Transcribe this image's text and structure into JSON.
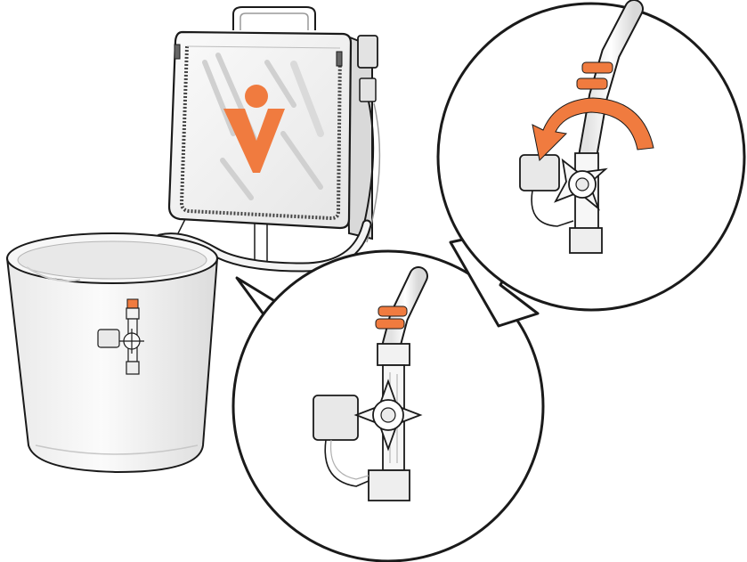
{
  "illustration": {
    "colors": {
      "accent": "#f07b3f",
      "outline": "#1a1a1a",
      "light_gray": "#f2f2f2",
      "mid_gray": "#d4d4d4",
      "dark_gray": "#9a9a9a",
      "background": "#ffffff"
    },
    "parts": [
      "drainage-bag",
      "bag-logo",
      "drain-tube",
      "bucket",
      "stopcock-valve",
      "tube-clamp",
      "magnified-view",
      "turn-arrow"
    ]
  }
}
